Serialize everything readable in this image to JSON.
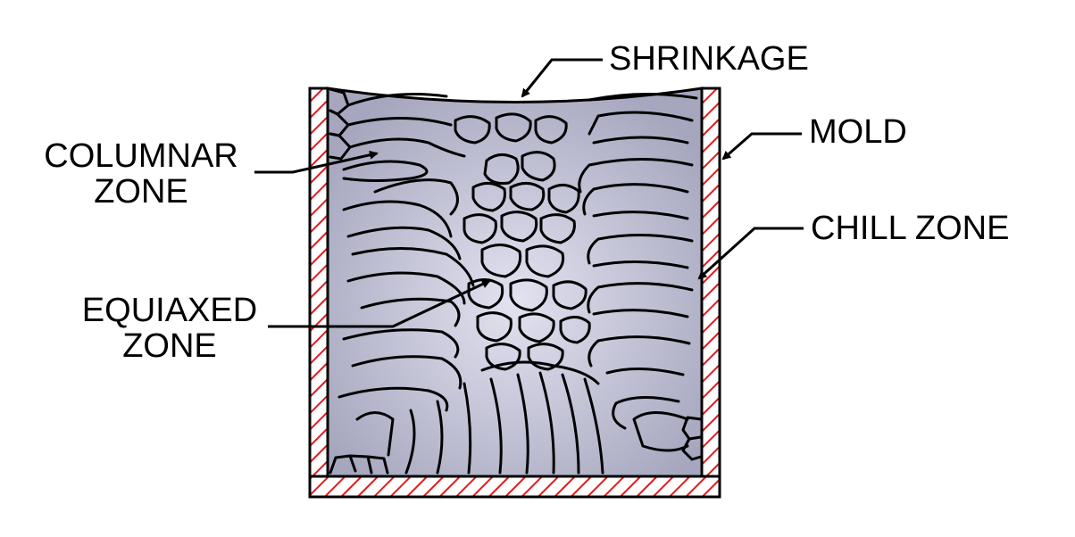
{
  "labels": {
    "shrinkage": "SHRINKAGE",
    "mold": "MOLD",
    "chill_zone": "CHILL ZONE",
    "columnar_zone_line1": "COLUMNAR",
    "columnar_zone_line2": "ZONE",
    "equiaxed_zone_line1": "EQUIAXED",
    "equiaxed_zone_line2": "ZONE"
  },
  "colors": {
    "mold_hatch": "#e41a1c",
    "metal_center": "#e2e2f0",
    "metal_edge": "#a6a7be",
    "outline": "#000000"
  }
}
